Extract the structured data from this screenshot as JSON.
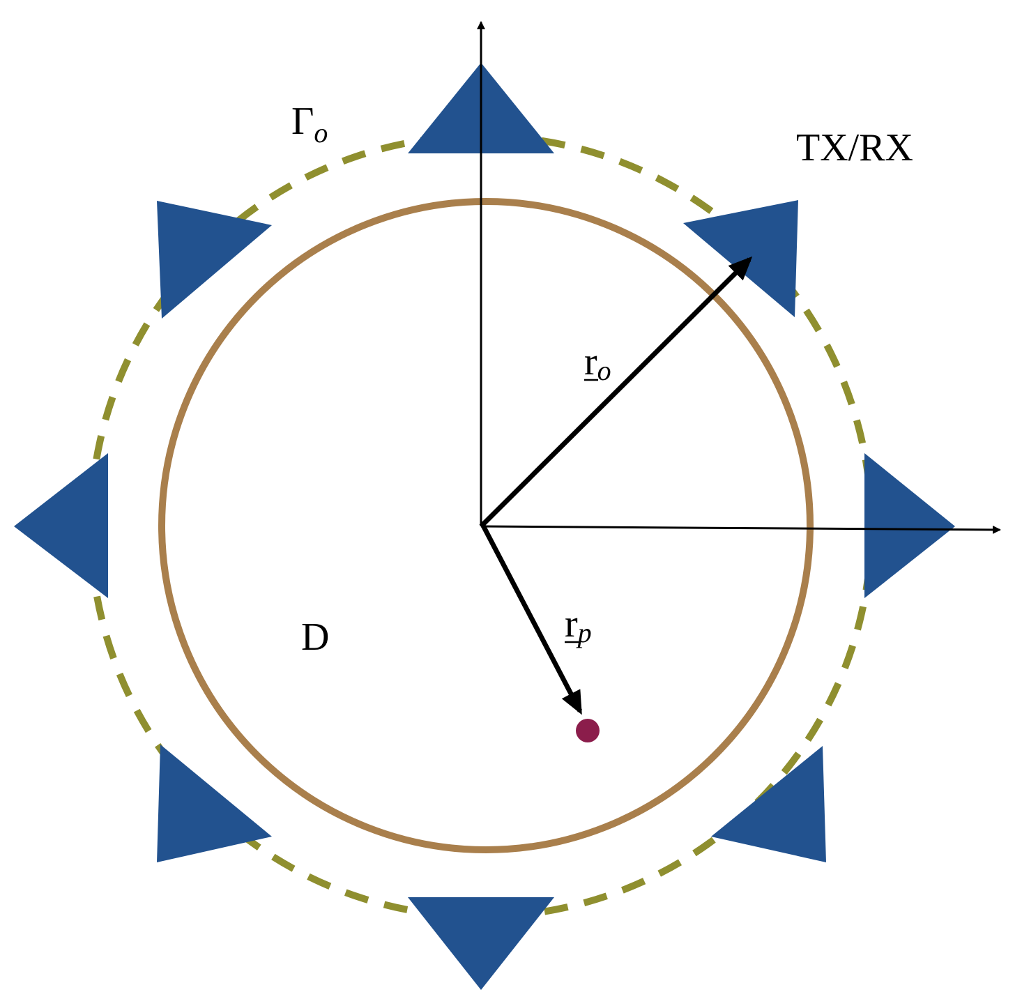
{
  "labels": {
    "boundary_symbol": "Γ",
    "boundary_subscript": "o",
    "antenna_label": "TX/RX",
    "domain_label": "D",
    "ro_symbol": "r",
    "ro_subscript": "o",
    "rp_symbol": "r",
    "rp_subscript": "p"
  },
  "antennas": {
    "count": 8,
    "color": "#22528f"
  },
  "colors": {
    "domain_circle": "#a97f4c",
    "boundary_dashed": "#8f8f2f",
    "axis": "#000000",
    "point": "#8b1d4b",
    "vector": "#000000"
  }
}
